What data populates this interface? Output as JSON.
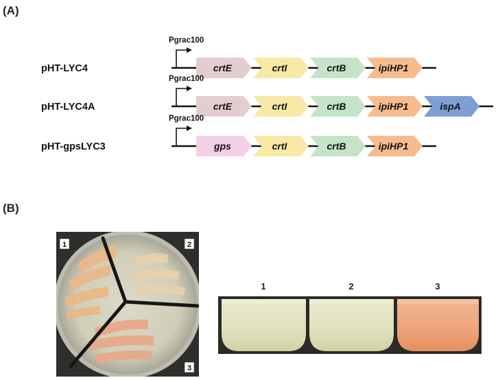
{
  "panel_a": {
    "label": "(A)",
    "promoter": "Pgrac100",
    "constructs": [
      {
        "name": "pHT-LYC4",
        "genes": [
          {
            "label": "crtE",
            "color": "#e4cdcf"
          },
          {
            "label": "crtI",
            "color": "#f8eaa6"
          },
          {
            "label": "crtB",
            "color": "#c4e3c7"
          },
          {
            "label": "ipiHP1",
            "color": "#f7bc8e"
          }
        ]
      },
      {
        "name": "pHT-LYC4A",
        "genes": [
          {
            "label": "crtE",
            "color": "#e4cdcf"
          },
          {
            "label": "crtI",
            "color": "#f8eaa6"
          },
          {
            "label": "crtB",
            "color": "#c4e3c7"
          },
          {
            "label": "ipiHP1",
            "color": "#f7bc8e"
          },
          {
            "label": "ispA",
            "color": "#7e9fd4"
          }
        ]
      },
      {
        "name": "pHT-gpsLYC3",
        "genes": [
          {
            "label": "gps",
            "color": "#f4cfe8"
          },
          {
            "label": "crtI",
            "color": "#f8eaa6"
          },
          {
            "label": "crtB",
            "color": "#c4e3c7"
          },
          {
            "label": "ipiHP1",
            "color": "#f7bc8e"
          }
        ]
      }
    ]
  },
  "panel_b": {
    "label": "(B)",
    "plate_sectors": [
      "1",
      "2",
      "3"
    ],
    "tubes": [
      "1",
      "2",
      "3"
    ]
  }
}
